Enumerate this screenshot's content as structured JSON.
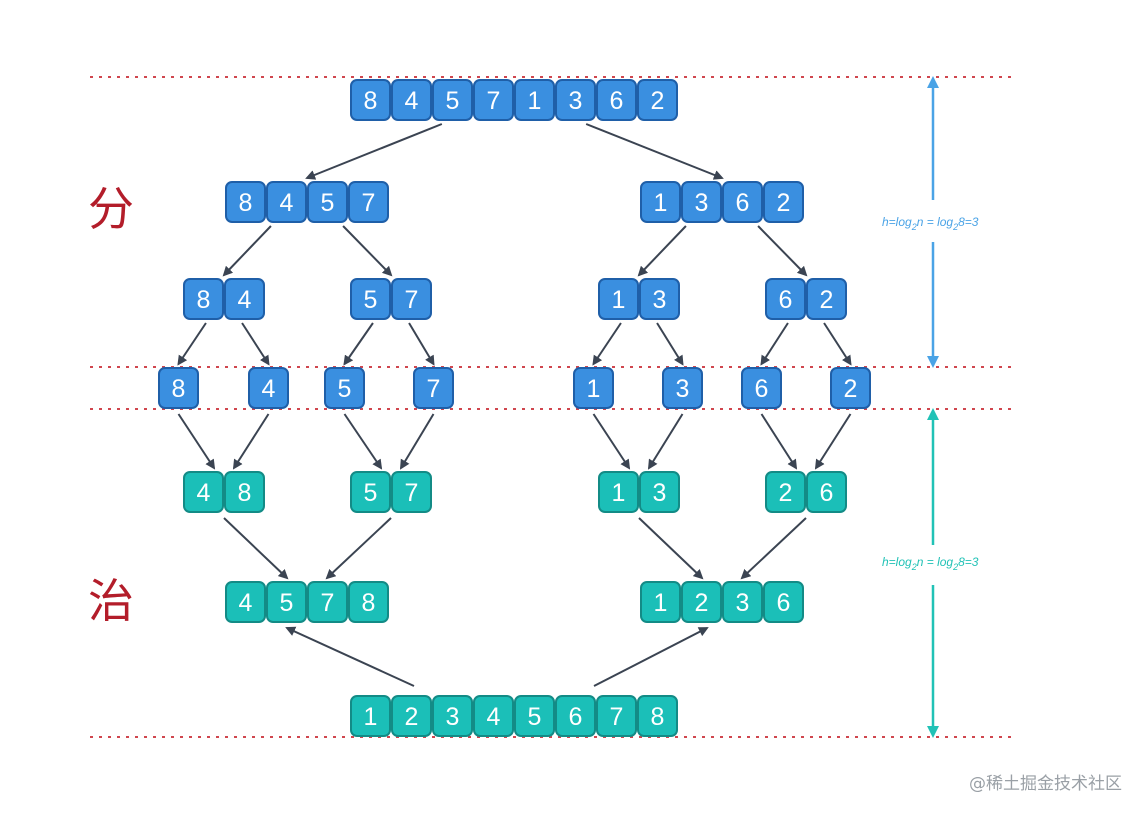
{
  "labels": {
    "divide": "分",
    "conquer": "治"
  },
  "height_note": {
    "h": "h=log",
    "sub": "2",
    "n": "n = log",
    "sub2": "2",
    "tail": "8=3"
  },
  "watermark": "@稀土掘金技术社区",
  "colors": {
    "divide_fill": "#3a8fe0",
    "divide_stroke": "#1f5fa8",
    "conquer_fill": "#1bbfb8",
    "conquer_stroke": "#138b86",
    "dotted": "#d0464e",
    "label": "#b31d2a",
    "arrow": "#3b4452",
    "height_blue": "#4aa3e6",
    "height_teal": "#21c2b6"
  },
  "tree": {
    "divide_levels": [
      [
        [
          8,
          4,
          5,
          7,
          1,
          3,
          6,
          2
        ]
      ],
      [
        [
          8,
          4,
          5,
          7
        ],
        [
          1,
          3,
          6,
          2
        ]
      ],
      [
        [
          8,
          4
        ],
        [
          5,
          7
        ],
        [
          1,
          3
        ],
        [
          6,
          2
        ]
      ],
      [
        [
          8
        ],
        [
          4
        ],
        [
          5
        ],
        [
          7
        ],
        [
          1
        ],
        [
          3
        ],
        [
          6
        ],
        [
          2
        ]
      ]
    ],
    "conquer_levels": [
      [
        [
          4,
          8
        ],
        [
          5,
          7
        ],
        [
          1,
          3
        ],
        [
          2,
          6
        ]
      ],
      [
        [
          4,
          5,
          7,
          8
        ],
        [
          1,
          2,
          3,
          6
        ]
      ],
      [
        [
          1,
          2,
          3,
          4,
          5,
          6,
          7,
          8
        ]
      ]
    ]
  }
}
